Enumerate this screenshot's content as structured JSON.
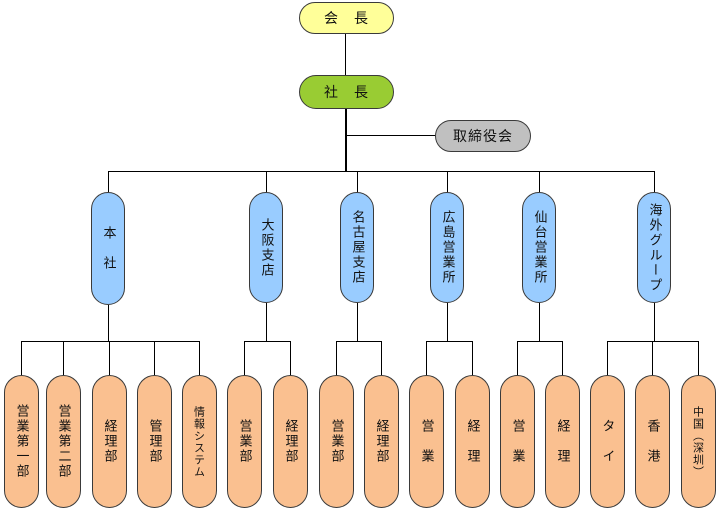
{
  "chairman": {
    "label": "会　長"
  },
  "president": {
    "label": "社　長"
  },
  "board": {
    "label": "取締役会"
  },
  "branches": [
    {
      "label": "本　社",
      "departments": [
        "営業第一部",
        "営業第二部",
        "経理部",
        "管理部",
        "情報システム"
      ]
    },
    {
      "label": "大阪支店",
      "departments": [
        "営業部",
        "経理部"
      ]
    },
    {
      "label": "名古屋支店",
      "departments": [
        "営業部",
        "経理部"
      ]
    },
    {
      "label": "広島営業所",
      "departments": [
        "営　業",
        "経　理"
      ]
    },
    {
      "label": "仙台営業所",
      "departments": [
        "営　業",
        "経　理"
      ]
    },
    {
      "label": "海外グループ",
      "departments": [
        "タ　イ",
        "香　港",
        "中国（深圳）"
      ]
    }
  ],
  "colors": {
    "chairman": "#ffff99",
    "president": "#99cc33",
    "board": "#c0c0c0",
    "branch": "#99ccff",
    "department": "#fac090",
    "line": "#000000"
  }
}
